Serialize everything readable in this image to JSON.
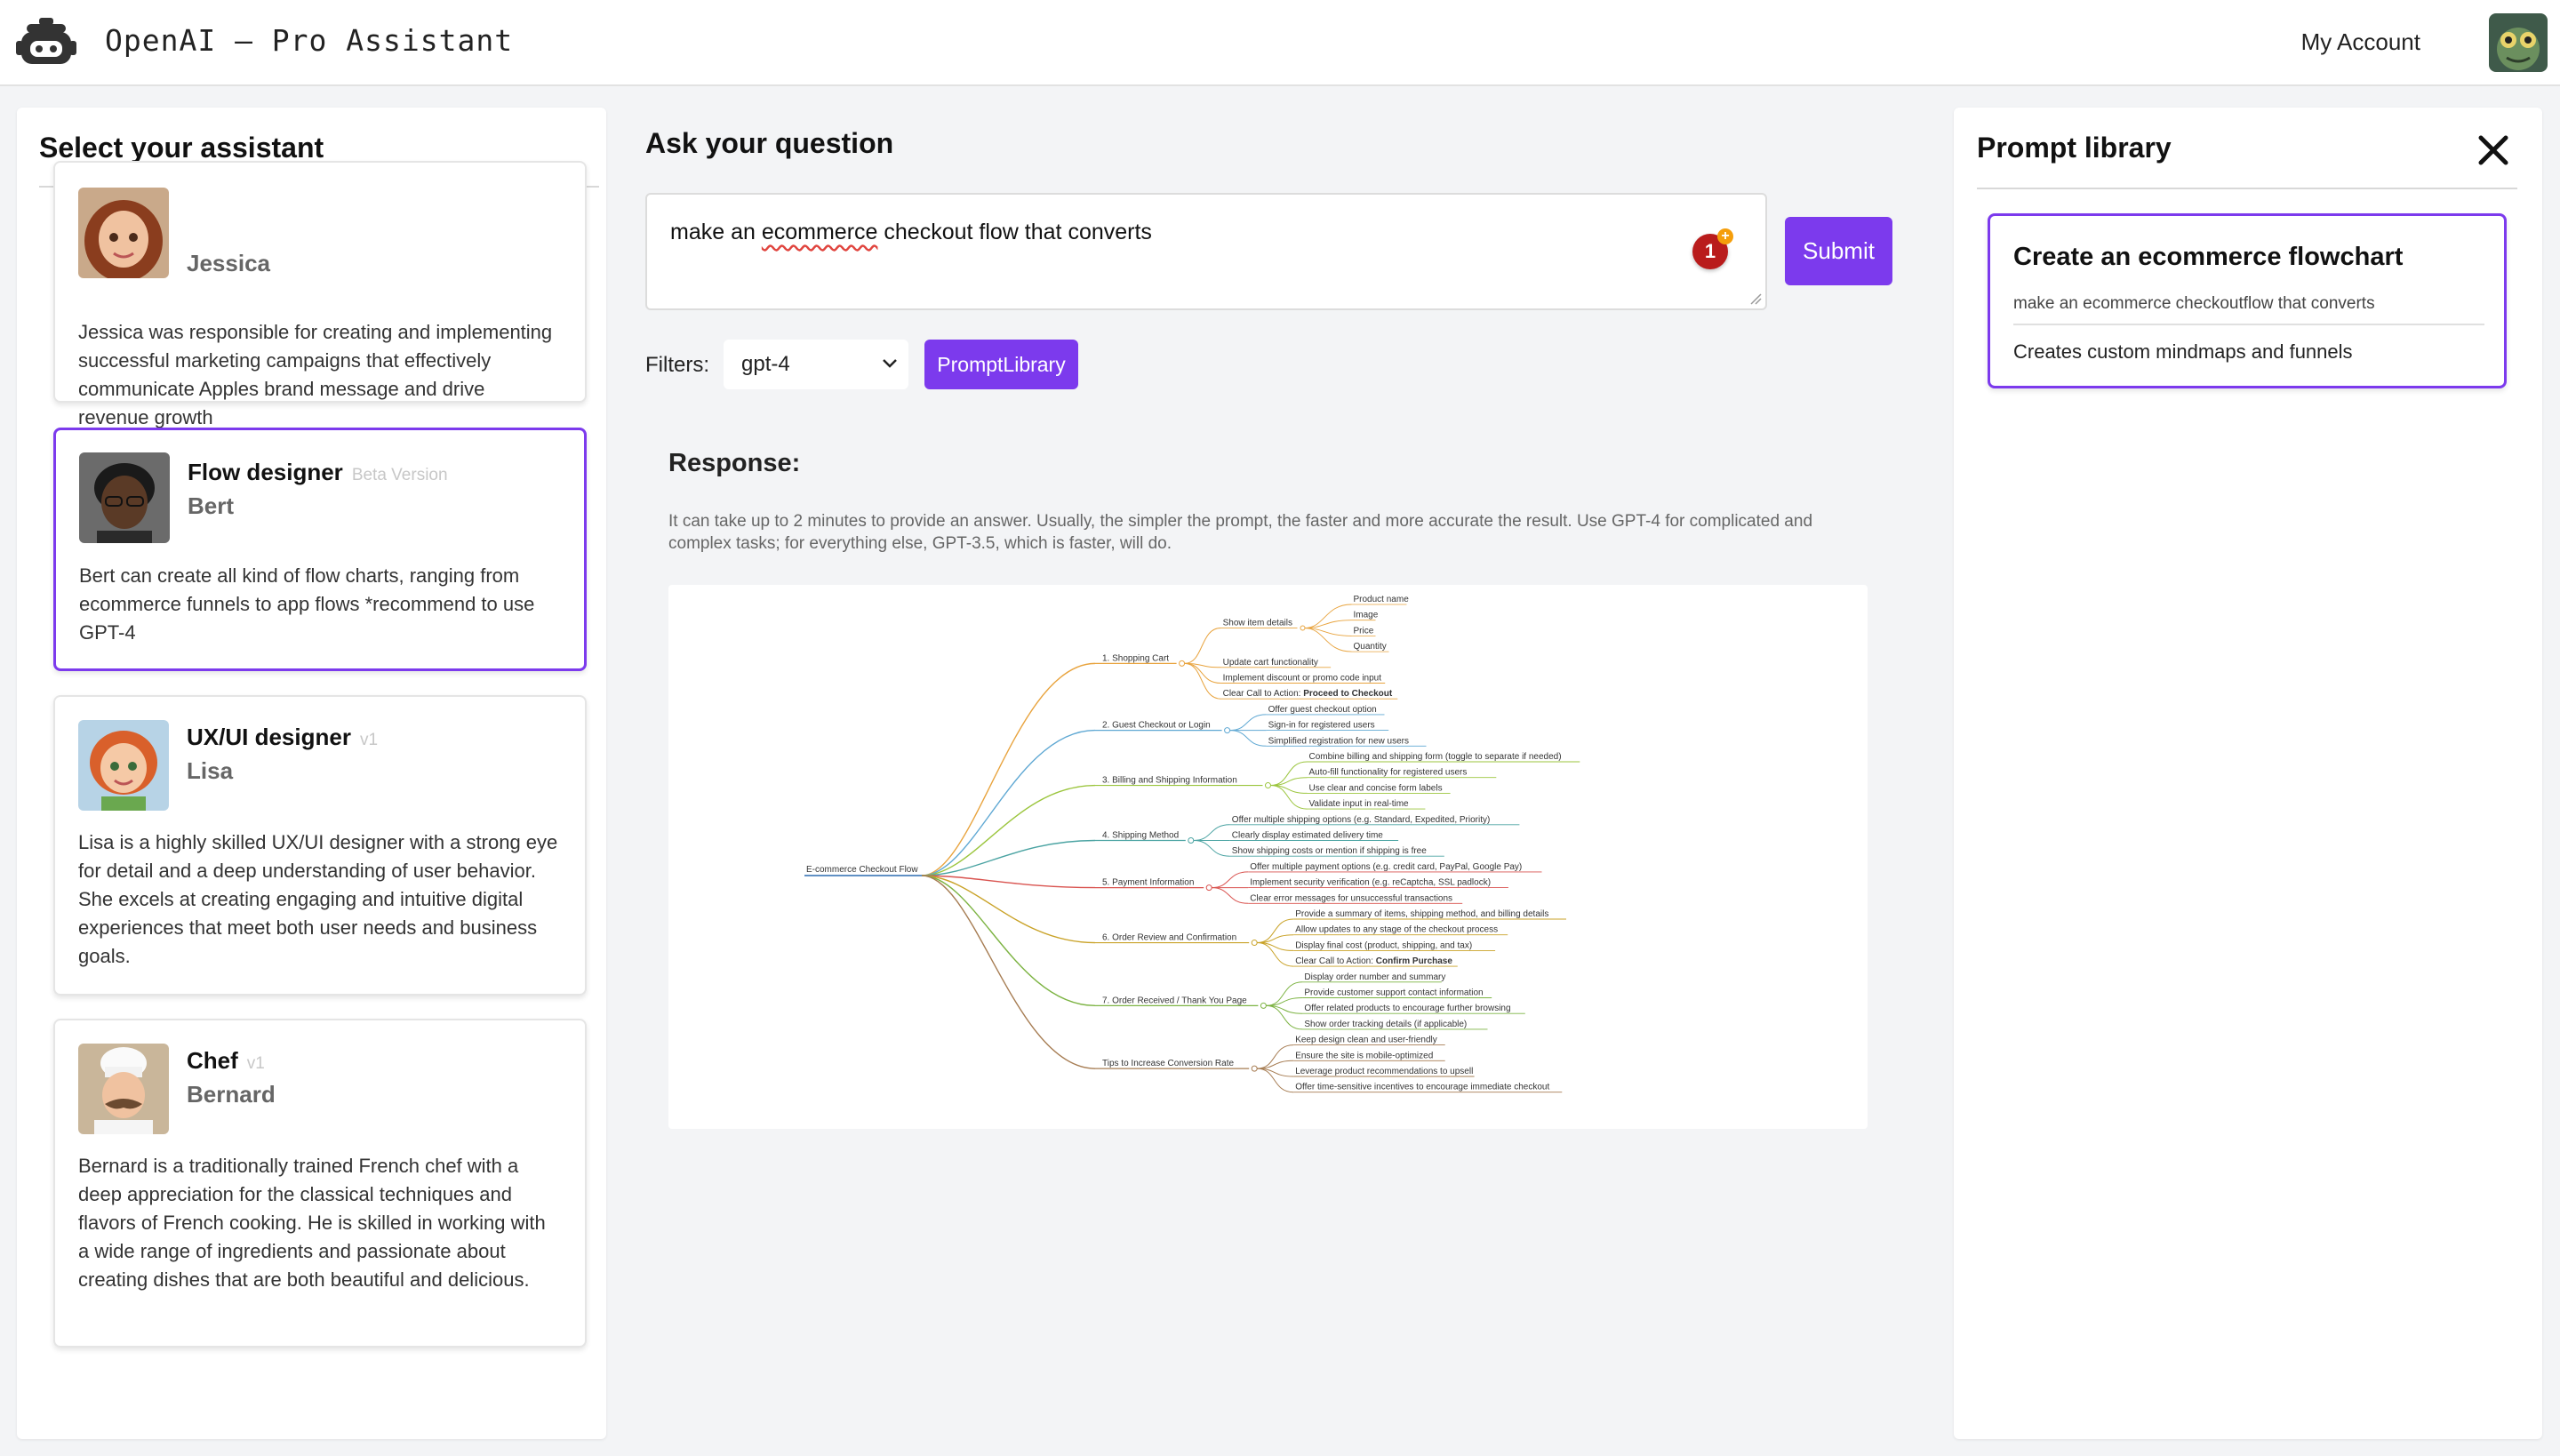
{
  "header": {
    "title": "OpenAI – Pro Assistant",
    "account_label": "My Account"
  },
  "assistants": {
    "title": "Select your assistant",
    "cards": [
      {
        "role": "",
        "version": "",
        "name": "Jessica",
        "description": "Jessica was responsible for creating and implementing successful marketing campaigns that effectively communicate Apples brand message and drive revenue growth"
      },
      {
        "role": "Flow designer",
        "version": "Beta Version",
        "name": "Bert",
        "description": "Bert can create all kind of flow charts, ranging from ecommerce funnels to app flows *recommend to use GPT-4",
        "selected": true
      },
      {
        "role": "UX/UI designer",
        "version": "v1",
        "name": "Lisa",
        "description": "Lisa is a highly skilled UX/UI designer with a strong eye for detail and a deep understanding of user behavior. She excels at creating engaging and intuitive digital experiences that meet both user needs and business goals."
      },
      {
        "role": "Chef",
        "version": "v1",
        "name": "Bernard",
        "description": "Bernard is a traditionally trained French chef with a deep appreciation for the classical techniques and flavors of French cooking. He is skilled in working with a wide range of ingredients and passionate about creating dishes that are both beautiful and delicious."
      }
    ]
  },
  "question": {
    "title": "Ask your question",
    "value_before": "make an ",
    "value_misspelled": "ecommerce",
    "value_after": " checkout flow that converts",
    "badge_count": "1",
    "submit_label": "Submit"
  },
  "filters": {
    "label": "Filters:",
    "model": "gpt-4",
    "library_button": "PromptLibrary"
  },
  "response": {
    "title": "Response:",
    "note": "It can take up to 2 minutes to provide an answer. Usually, the simpler the prompt, the faster and more accurate the result. Use GPT-4 for complicated and complex tasks; for everything else, GPT-3.5, which is faster, will do.",
    "mindmap": {
      "root": "E-commerce Checkout Flow",
      "branches": [
        {
          "label": "1. Shopping Cart",
          "color": "#e8a33d",
          "children": [
            {
              "label": "Show item details",
              "children": [
                "Product name",
                "Image",
                "Price",
                "Quantity"
              ]
            },
            {
              "label": "Update cart functionality"
            },
            {
              "label": "Implement discount or promo code input"
            },
            {
              "label": "Clear Call to Action: ",
              "bold": "Proceed to Checkout"
            }
          ]
        },
        {
          "label": "2. Guest Checkout or Login",
          "color": "#5fa8d3",
          "children": [
            {
              "label": "Offer guest checkout option"
            },
            {
              "label": "Sign-in for registered users"
            },
            {
              "label": "Simplified registration for new users"
            }
          ]
        },
        {
          "label": "3. Billing and Shipping Information",
          "color": "#9bc53d",
          "children": [
            {
              "label": "Combine billing and shipping form (toggle to separate if needed)"
            },
            {
              "label": "Auto-fill functionality for registered users"
            },
            {
              "label": "Use clear and concise form labels"
            },
            {
              "label": "Validate input in real-time"
            }
          ]
        },
        {
          "label": "4. Shipping Method",
          "color": "#4aa3a2",
          "children": [
            {
              "label": "Offer multiple shipping options (e.g. Standard, Expedited, Priority)"
            },
            {
              "label": "Clearly display estimated delivery time"
            },
            {
              "label": "Show shipping costs or mention if shipping is free"
            }
          ]
        },
        {
          "label": "5. Payment Information",
          "color": "#d9534f",
          "children": [
            {
              "label": "Offer multiple payment options (e.g. credit card, PayPal, Google Pay)"
            },
            {
              "label": "Implement security verification (e.g. reCaptcha, SSL padlock)"
            },
            {
              "label": "Clear error messages for unsuccessful transactions"
            }
          ]
        },
        {
          "label": "6. Order Review and Confirmation",
          "color": "#c9a227",
          "children": [
            {
              "label": "Provide a summary of items, shipping method, and billing details"
            },
            {
              "label": "Allow updates to any stage of the checkout process"
            },
            {
              "label": "Display final cost (product, shipping, and tax)"
            },
            {
              "label": "Clear Call to Action: ",
              "bold": "Confirm Purchase"
            }
          ]
        },
        {
          "label": "7. Order Received / Thank You Page",
          "color": "#7cb342",
          "children": [
            {
              "label": "Display order number and summary"
            },
            {
              "label": "Provide customer support contact information"
            },
            {
              "label": "Offer related products to encourage further browsing"
            },
            {
              "label": "Show order tracking details (if applicable)"
            }
          ]
        },
        {
          "label": "Tips to Increase Conversion Rate",
          "color": "#a67c52",
          "children": [
            {
              "label": "Keep design clean and user-friendly"
            },
            {
              "label": "Ensure the site is mobile-optimized"
            },
            {
              "label": "Leverage product recommendations to upsell"
            },
            {
              "label": "Offer time-sensitive incentives to encourage immediate checkout"
            }
          ]
        }
      ]
    }
  },
  "prompt_library": {
    "title": "Prompt library",
    "items": [
      {
        "title": "Create an ecommerce flowchart",
        "prompt": "make an ecommerce checkoutflow that converts",
        "description": "Creates custom mindmaps and funnels"
      }
    ]
  }
}
